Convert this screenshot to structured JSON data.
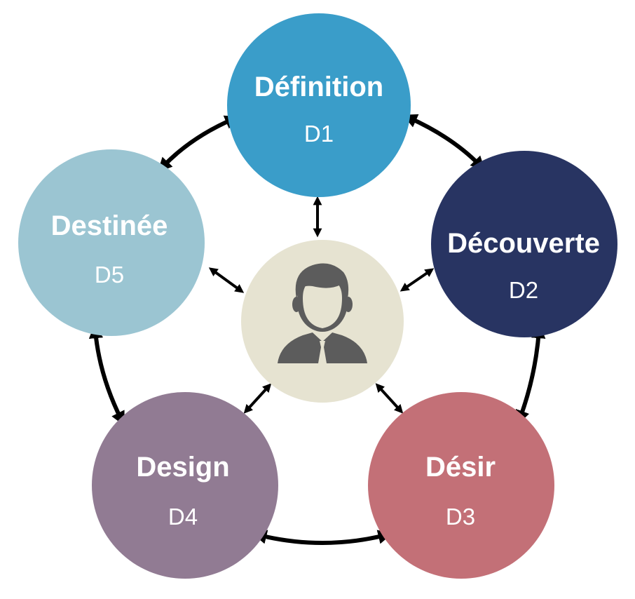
{
  "nodes": [
    {
      "id": "d1",
      "title": "Définition",
      "code": "D1",
      "color": "#3a9dc9"
    },
    {
      "id": "d2",
      "title": "Découverte",
      "code": "D2",
      "color": "#283462"
    },
    {
      "id": "d3",
      "title": "Désir",
      "code": "D3",
      "color": "#c37077"
    },
    {
      "id": "d4",
      "title": "Design",
      "code": "D4",
      "color": "#917b93"
    },
    {
      "id": "d5",
      "title": "Destinée",
      "code": "D5",
      "color": "#9bc5d2"
    }
  ],
  "center": {
    "icon": "user-icon",
    "color": "#e6e3d1",
    "icon_color": "#5c5c5c"
  },
  "colors": {
    "text": "#ffffff",
    "arrow": "#000000"
  }
}
